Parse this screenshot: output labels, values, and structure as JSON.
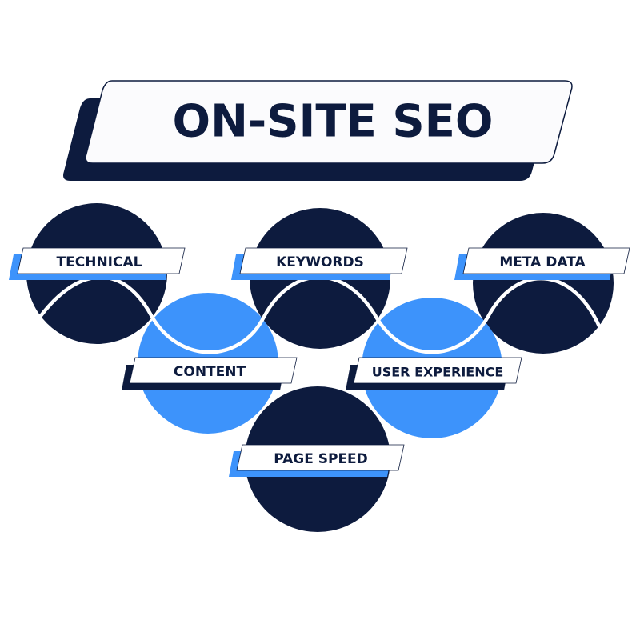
{
  "title": "ON-SITE SEO",
  "colors": {
    "navy": "#0d1b3e",
    "blue": "#3d93fb",
    "white": "#ffffff",
    "title_bg": "#fbfbfd"
  },
  "nodes": {
    "technical": {
      "label": "TECHNICAL"
    },
    "keywords": {
      "label": "KEYWORDS"
    },
    "meta_data": {
      "label": "META DATA"
    },
    "content": {
      "label": "CONTENT"
    },
    "user_experience": {
      "label": "USER EXPERIENCE"
    },
    "page_speed": {
      "label": "PAGE SPEED"
    }
  }
}
